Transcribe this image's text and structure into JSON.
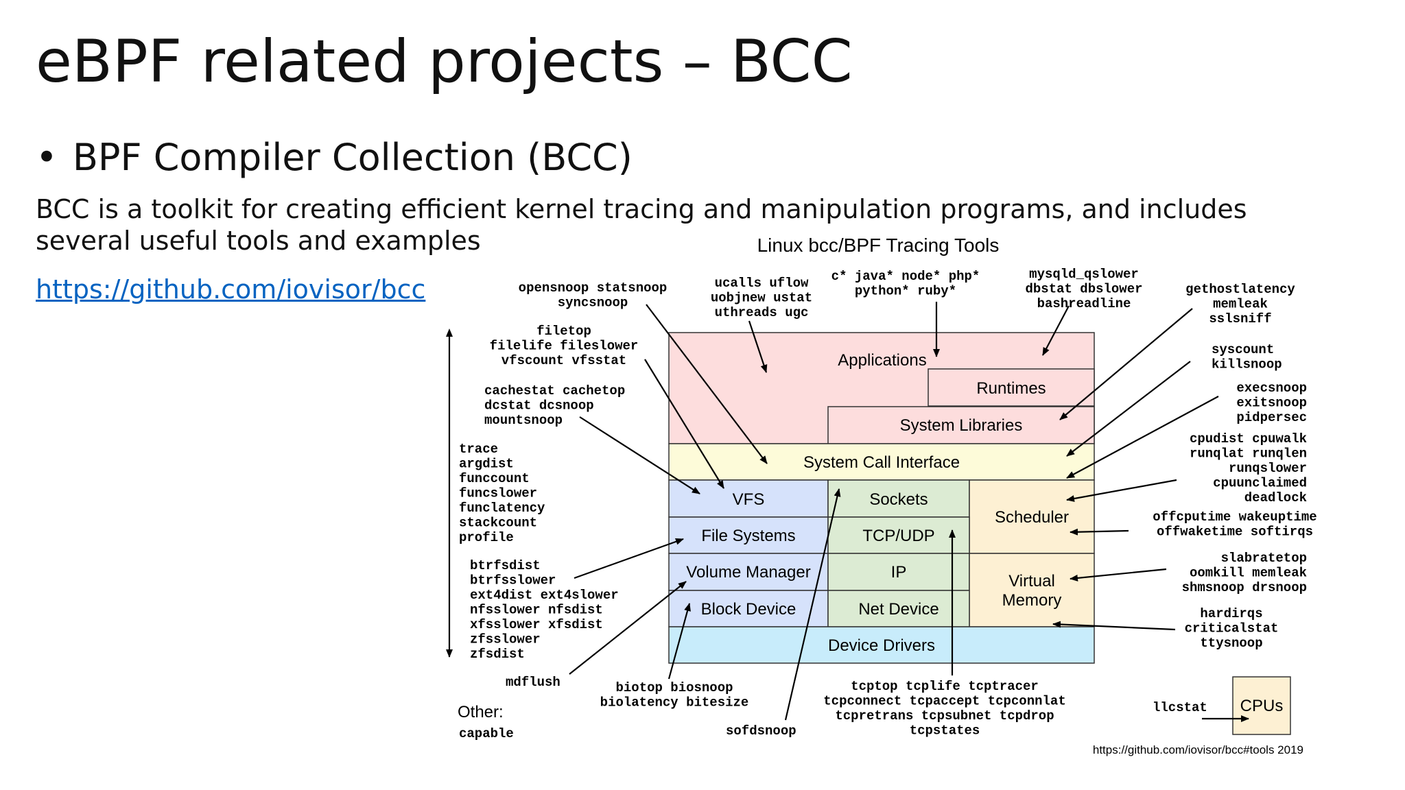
{
  "slide": {
    "title": "eBPF related projects – BCC",
    "bullet": "BPF Compiler Collection (BCC)",
    "description": "BCC is a toolkit for creating efficient kernel tracing and manipulation programs, and includes several useful tools and examples",
    "link": "https://github.com/iovisor/bcc"
  },
  "diagram": {
    "title": "Linux bcc/BPF Tracing Tools",
    "footer": "https://github.com/iovisor/bcc#tools 2019",
    "other_label": "Other:",
    "other_tool": "capable",
    "layers": {
      "applications": "Applications",
      "runtimes": "Runtimes",
      "system_libraries": "System Libraries",
      "syscall": "System Call Interface",
      "vfs": "VFS",
      "sockets": "Sockets",
      "scheduler": "Scheduler",
      "file_systems": "File Systems",
      "tcp_udp": "TCP/UDP",
      "volume_manager": "Volume Manager",
      "ip": "IP",
      "virtual_memory_1": "Virtual",
      "virtual_memory_2": "Memory",
      "block_device": "Block Device",
      "net_device": "Net Device",
      "device_drivers": "Device Drivers",
      "cpus": "CPUs"
    },
    "colors": {
      "applications": "#fddddd",
      "syscall": "#fdfbd9",
      "vfs_fs": "#d6e2fb",
      "net": "#dcebd3",
      "sched_mem": "#fdf0d3",
      "drivers": "#c8ecfb",
      "cpus": "#fdf0d3"
    },
    "tools": {
      "opensnoop": [
        "opensnoop statsnoop",
        "syncsnoop"
      ],
      "ucalls": [
        "ucalls uflow",
        "uobjnew ustat",
        "uthreads ugc"
      ],
      "langs": [
        "c* java* node* php*",
        "python* ruby*"
      ],
      "mysql": [
        "mysqld_qslower",
        "dbstat dbslower",
        "bashreadline"
      ],
      "gethost": [
        "gethostlatency",
        "memleak",
        "sslsniff"
      ],
      "filetop": [
        "filetop",
        "filelife fileslower",
        "vfscount vfsstat"
      ],
      "syscount": [
        "syscount",
        "killsnoop"
      ],
      "cachestat": [
        "cachestat cachetop",
        "dcstat dcsnoop",
        "mountsnoop"
      ],
      "execsnoop": [
        "execsnoop",
        "exitsnoop",
        "pidpersec"
      ],
      "trace": [
        "trace",
        "argdist",
        "funccount",
        "funcslower",
        "funclatency",
        "stackcount",
        "profile"
      ],
      "cpudist": [
        "cpudist cpuwalk",
        "runqlat runqlen",
        "runqslower",
        "cpuunclaimed",
        "deadlock"
      ],
      "offcpu": [
        "offcputime wakeuptime",
        "offwaketime softirqs"
      ],
      "btrfs": [
        "btrfsdist",
        "btrfsslower",
        "ext4dist ext4slower",
        "nfsslower nfsdist",
        "xfsslower xfsdist",
        "zfsslower",
        "zfsdist"
      ],
      "slab": [
        "slabratetop",
        "oomkill memleak",
        "shmsnoop drsnoop"
      ],
      "hardirqs": [
        "hardirqs",
        "criticalstat",
        "ttysnoop"
      ],
      "mdflush": "mdflush",
      "biotop": [
        "biotop biosnoop",
        "biolatency bitesize"
      ],
      "sofdsnoop": "sofdsnoop",
      "tcptop": [
        "tcptop tcplife tcptracer",
        "tcpconnect tcpaccept tcpconnlat",
        "tcpretrans tcpsubnet tcpdrop",
        "tcpstates"
      ],
      "llcstat": "llcstat"
    }
  }
}
